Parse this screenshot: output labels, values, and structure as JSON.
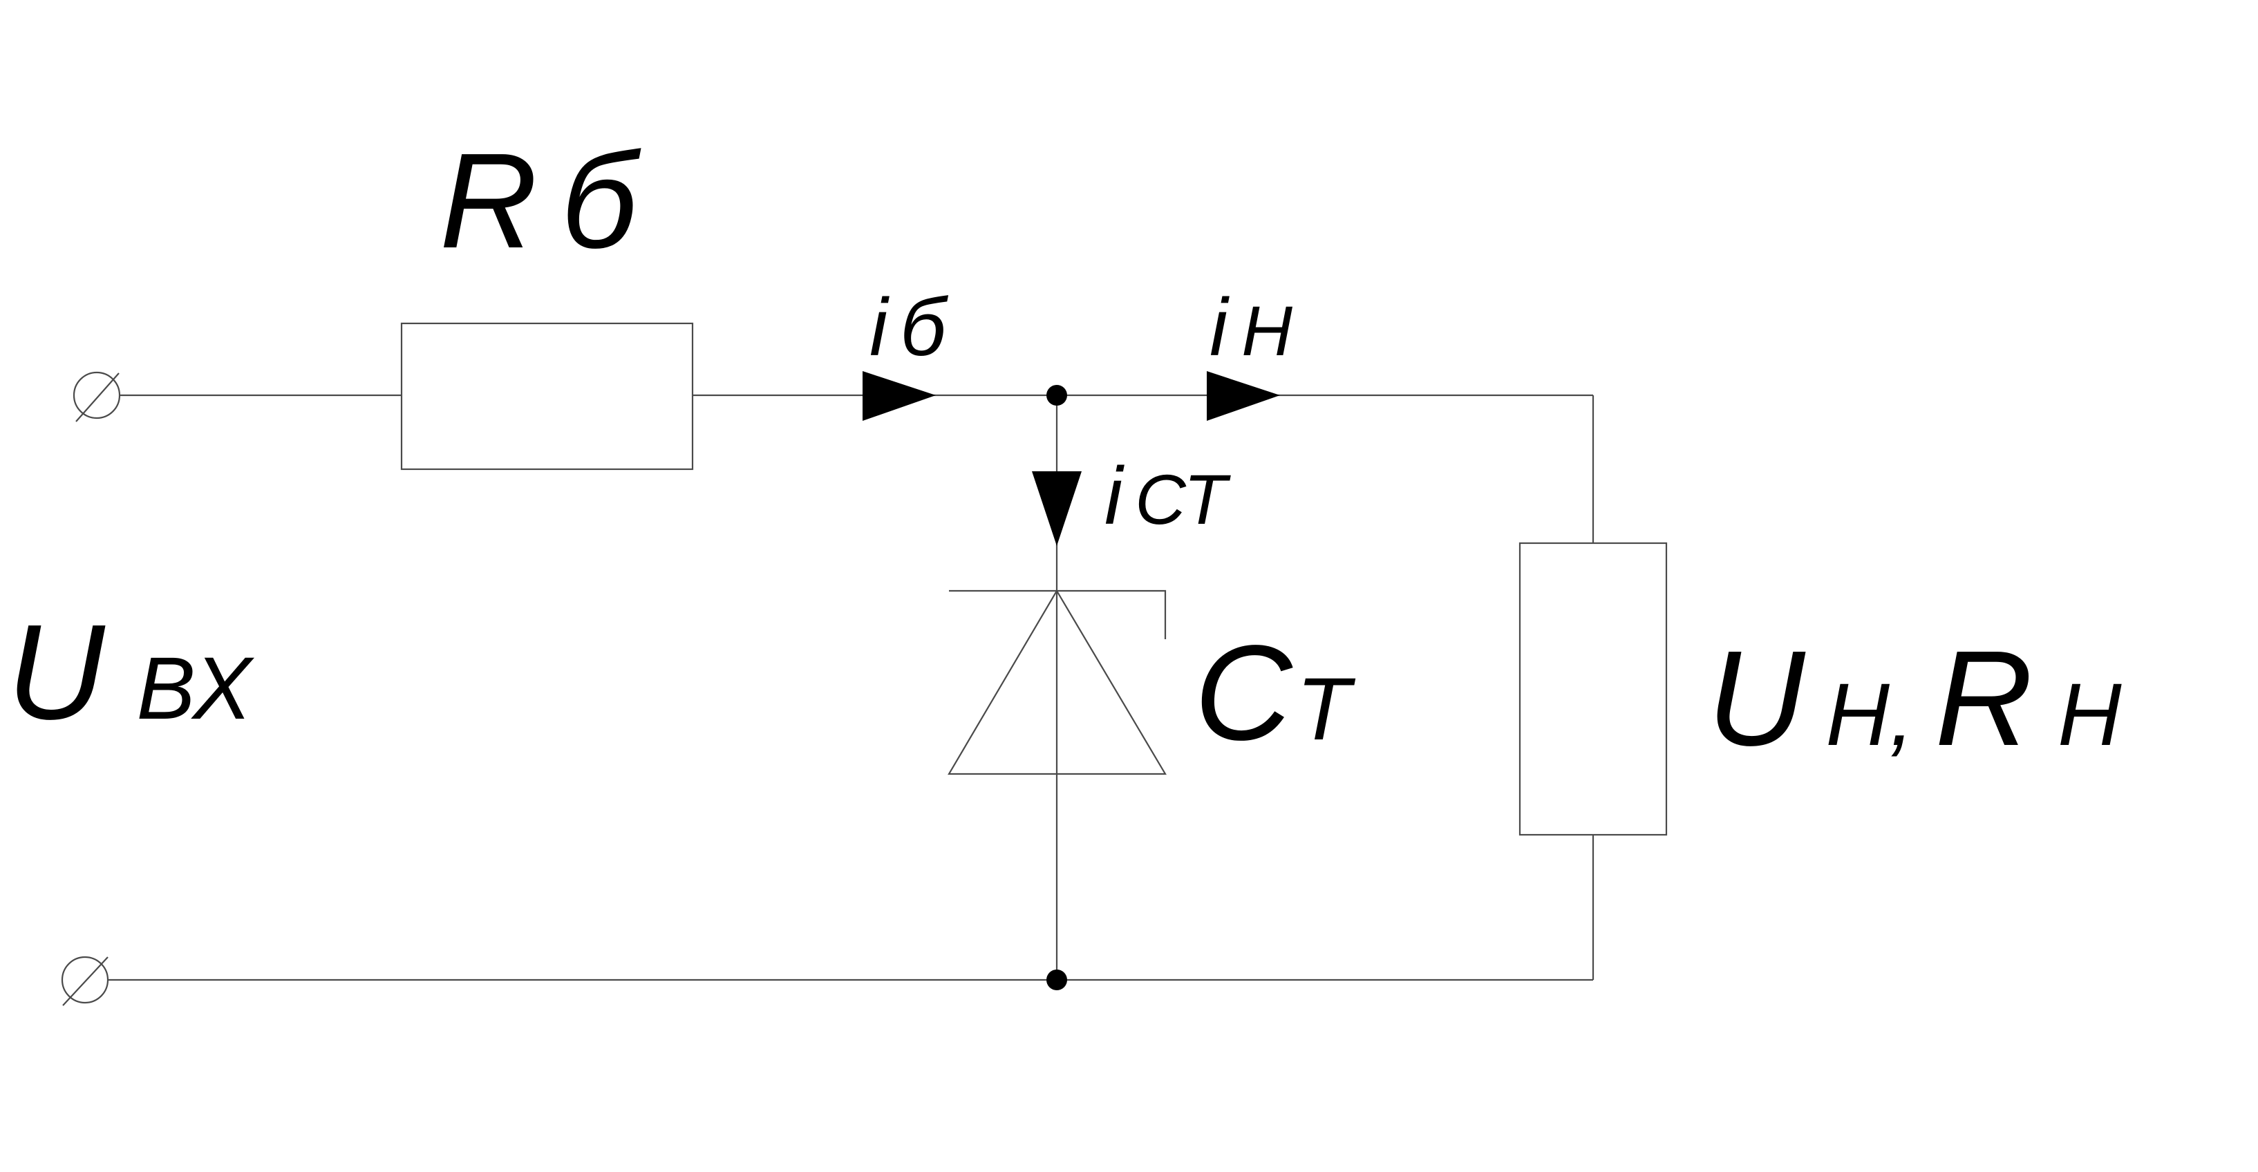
{
  "diagram": {
    "title": "",
    "labels": {
      "input_voltage": {
        "main": "U",
        "sub": "ВХ"
      },
      "ballast_resistor": {
        "main": "R",
        "sub": "б"
      },
      "ballast_current": {
        "main": "i",
        "sub": "б"
      },
      "load_current": {
        "main": "i",
        "sub": "Н"
      },
      "zener_current": {
        "main": "i",
        "sub": "СТ"
      },
      "zener_diode": {
        "main": "С",
        "sub": "Т"
      },
      "load": {
        "u_main": "U",
        "u_sub": "Н,",
        "r_main": "R",
        "r_sub": "Н"
      }
    },
    "components": [
      {
        "type": "terminal",
        "role": "input-top"
      },
      {
        "type": "terminal",
        "role": "input-bottom"
      },
      {
        "type": "resistor",
        "role": "ballast"
      },
      {
        "type": "zener-diode",
        "role": "stabilizer"
      },
      {
        "type": "resistor",
        "role": "load"
      },
      {
        "type": "junction",
        "role": "top-node"
      },
      {
        "type": "junction",
        "role": "bottom-node"
      }
    ],
    "colors": {
      "wire": "#4a4a4a",
      "arrow": "#000000",
      "text": "#000000",
      "background": "#ffffff"
    }
  }
}
